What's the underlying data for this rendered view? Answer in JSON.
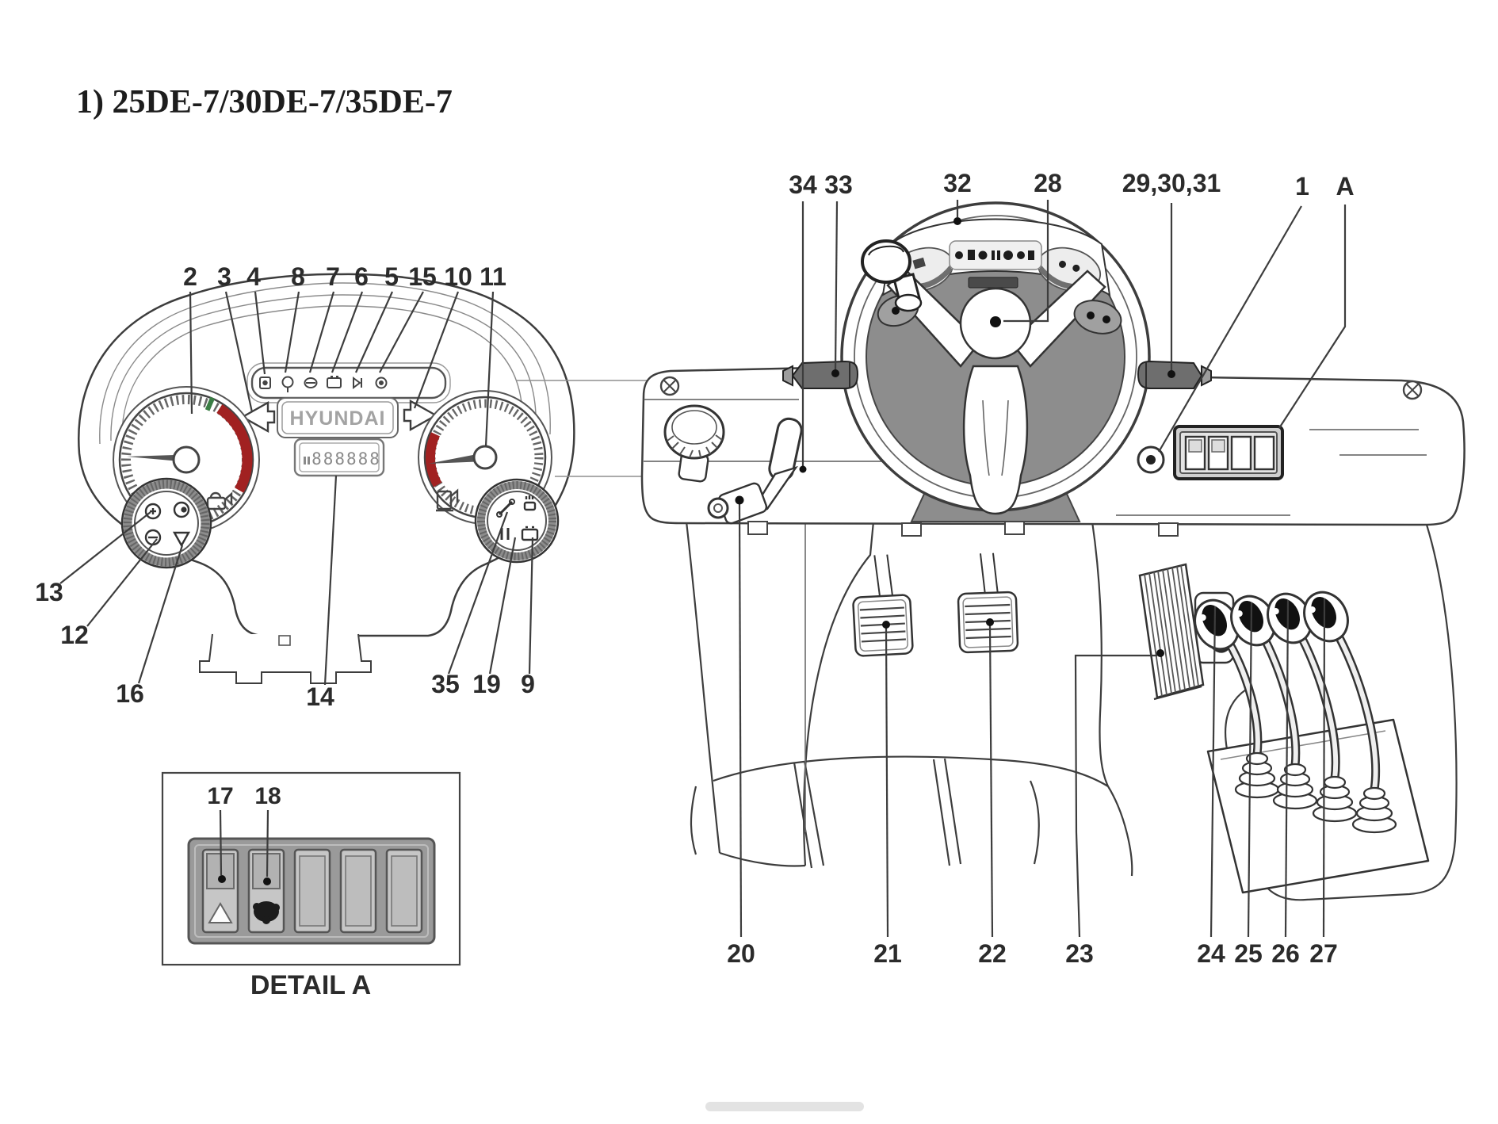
{
  "title": "1) 25DE-7/30DE-7/35DE-7",
  "cluster": {
    "brand": "HYUNDAI",
    "lcd_value": "888888",
    "callouts_top": [
      "2",
      "3",
      "4",
      "8",
      "7",
      "6",
      "5",
      "15",
      "10",
      "11"
    ],
    "callouts_left": [
      "13",
      "12",
      "16"
    ],
    "callout_display": "14",
    "callouts_right": [
      "35",
      "19",
      "9"
    ]
  },
  "detail_a": {
    "caption": "DETAIL A",
    "callouts": [
      "17",
      "18"
    ]
  },
  "console": {
    "callouts_top": [
      "34",
      "33",
      "32",
      "28",
      "29,30,31",
      "1",
      "A"
    ],
    "callouts_bottom": [
      "20",
      "21",
      "22",
      "23",
      "24",
      "25",
      "26",
      "27"
    ]
  },
  "colors": {
    "line": "#3d3d3d",
    "shade": "#6e6e6e",
    "cowl_gray": "#8d8d8d",
    "panel_gray": "#9a9a9a",
    "red": "#a12121",
    "green": "#3a7d44"
  }
}
